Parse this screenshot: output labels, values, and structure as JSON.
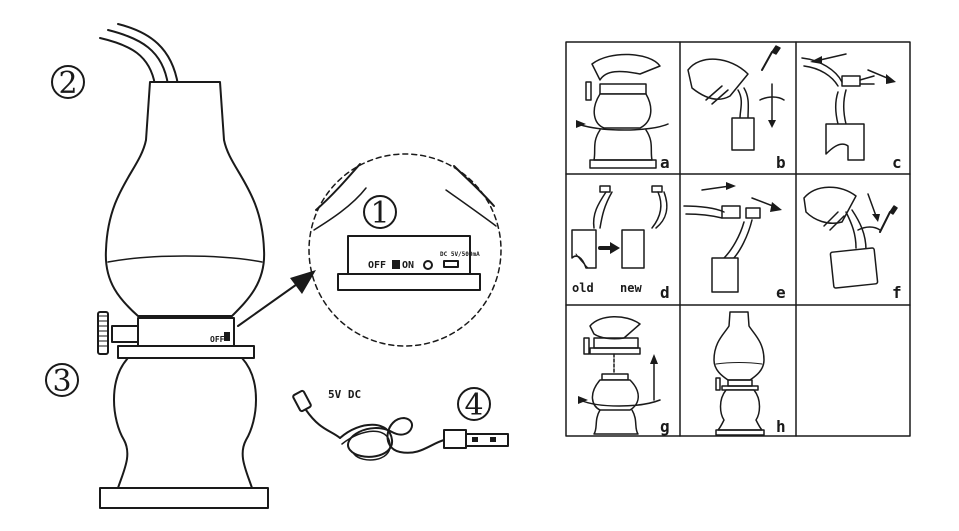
{
  "callouts": {
    "c1": "1",
    "c2": "2",
    "c3": "3",
    "c4": "4"
  },
  "switch_panel": {
    "off": "OFF",
    "on": "ON",
    "dc_text": "DC 5V/500mA"
  },
  "collar_label": "OFF",
  "cable_label": "5V DC",
  "steps": {
    "a": "a",
    "b": "b",
    "c": "c",
    "d": "d",
    "e": "e",
    "f": "f",
    "g": "g",
    "h": "h",
    "old": "old",
    "new": "new"
  }
}
